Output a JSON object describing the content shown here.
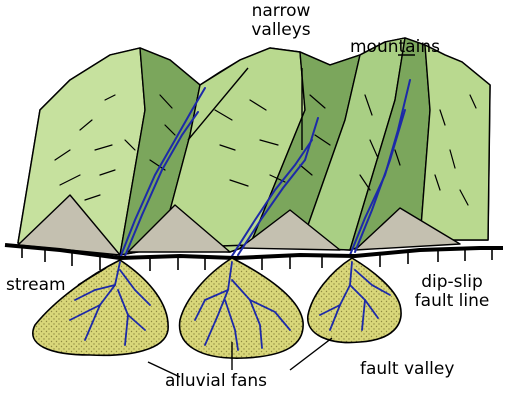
{
  "labels": {
    "narrow_valleys_line1": "narrow",
    "narrow_valleys_line2": "valleys",
    "mountains": "mountains",
    "stream": "stream",
    "dip_slip_line1": "dip-slip",
    "dip_slip_line2": "fault line",
    "fault_valley": "fault valley",
    "alluvial_fans": "alluvial fans"
  },
  "colors": {
    "mountain_light": "#b9d98f",
    "mountain_dark": "#7ba65c",
    "mountain_mid": "#9cc47a",
    "talus": "#c4c0b0",
    "stream": "#1d2aa8",
    "fan_fill": "#d9d77a",
    "outline": "#000000"
  }
}
